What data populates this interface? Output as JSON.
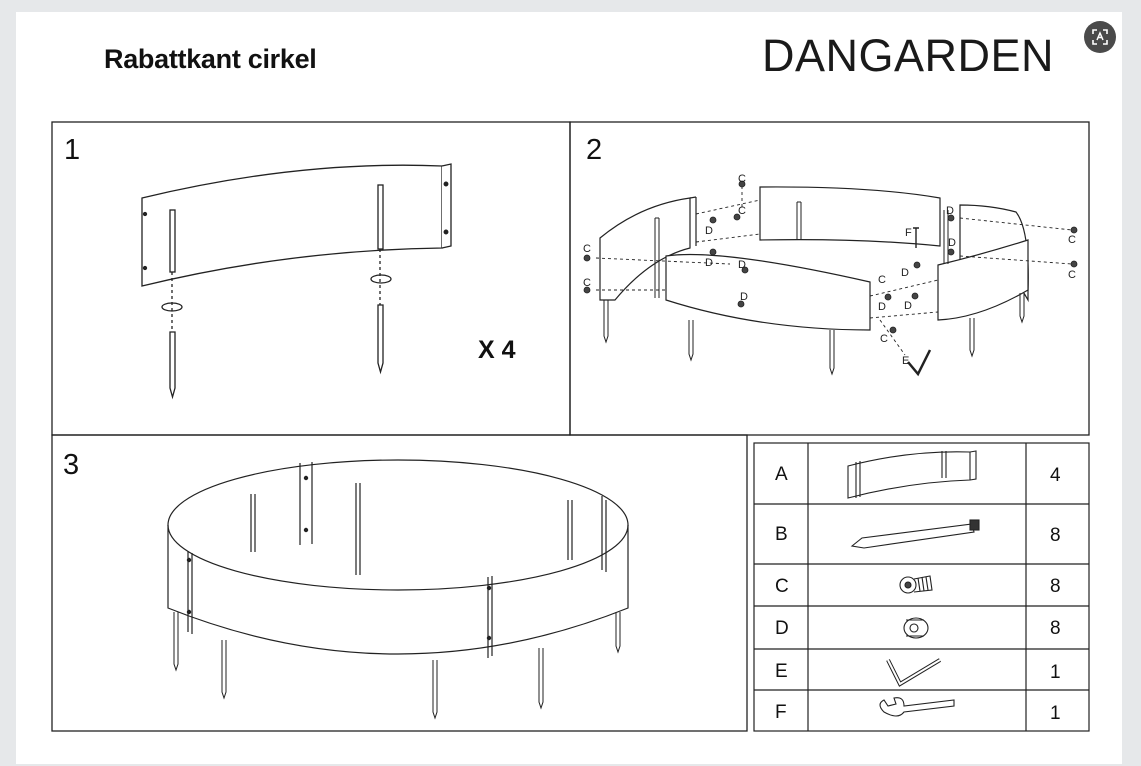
{
  "header": {
    "title": "Rabattkant cirkel",
    "brand": "DANGARDEN"
  },
  "steps": [
    {
      "number": "1",
      "multiplier": "X 4"
    },
    {
      "number": "2",
      "labels": [
        "C",
        "C",
        "D",
        "D",
        "C",
        "C",
        "D",
        "D",
        "D",
        "D",
        "D",
        "F",
        "C",
        "C",
        "D",
        "D",
        "C",
        "C",
        "E"
      ]
    },
    {
      "number": "3"
    }
  ],
  "parts_list": [
    {
      "letter": "A",
      "item": "edging-panel",
      "qty": "4"
    },
    {
      "letter": "B",
      "item": "ground-stake",
      "qty": "8"
    },
    {
      "letter": "C",
      "item": "bolt",
      "qty": "8"
    },
    {
      "letter": "D",
      "item": "nut",
      "qty": "8"
    },
    {
      "letter": "E",
      "item": "hex-key",
      "qty": "1"
    },
    {
      "letter": "F",
      "item": "wrench",
      "qty": "1"
    }
  ],
  "icons": {
    "lens": "visual-search-icon"
  }
}
